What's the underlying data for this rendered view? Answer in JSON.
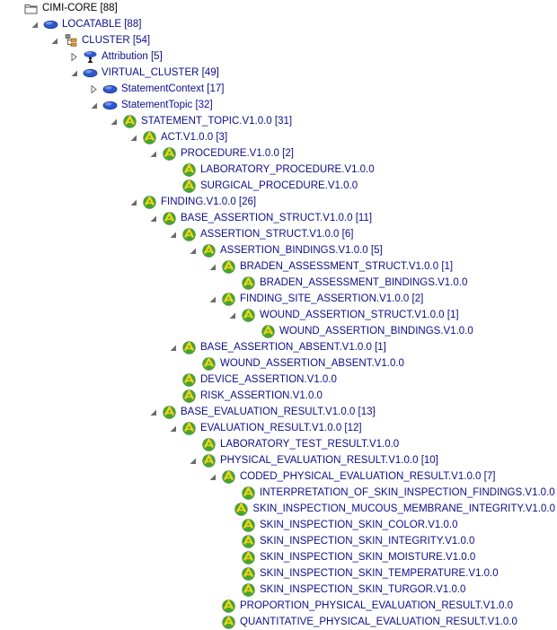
{
  "tree": {
    "rows": [
      {
        "label": "CIMI-CORE [88]",
        "depth": 0,
        "state": "leaf",
        "icon": "folder"
      },
      {
        "label": "LOCATABLE [88]",
        "depth": 1,
        "state": "expanded",
        "icon": "blue-blob"
      },
      {
        "label": "CLUSTER [54]",
        "depth": 2,
        "state": "expanded",
        "icon": "hierarchy"
      },
      {
        "label": "Attribution [5]",
        "depth": 3,
        "state": "collapsed",
        "icon": "blue-blob-person"
      },
      {
        "label": "VIRTUAL_CLUSTER [49]",
        "depth": 3,
        "state": "expanded",
        "icon": "blue-blob"
      },
      {
        "label": "StatementContext [17]",
        "depth": 4,
        "state": "collapsed",
        "icon": "blue-blob"
      },
      {
        "label": "StatementTopic [32]",
        "depth": 4,
        "state": "expanded",
        "icon": "blue-blob"
      },
      {
        "label": "STATEMENT_TOPIC.V1.0.0 [31]",
        "depth": 5,
        "state": "expanded",
        "icon": "archetype"
      },
      {
        "label": "ACT.V1.0.0 [3]",
        "depth": 6,
        "state": "expanded",
        "icon": "archetype"
      },
      {
        "label": "PROCEDURE.V1.0.0 [2]",
        "depth": 7,
        "state": "expanded",
        "icon": "archetype"
      },
      {
        "label": "LABORATORY_PROCEDURE.V1.0.0",
        "depth": 8,
        "state": "leaf",
        "icon": "archetype"
      },
      {
        "label": "SURGICAL_PROCEDURE.V1.0.0",
        "depth": 8,
        "state": "leaf",
        "icon": "archetype"
      },
      {
        "label": "FINDING.V1.0.0 [26]",
        "depth": 6,
        "state": "expanded",
        "icon": "archetype"
      },
      {
        "label": "BASE_ASSERTION_STRUCT.V1.0.0 [11]",
        "depth": 7,
        "state": "expanded",
        "icon": "archetype"
      },
      {
        "label": "ASSERTION_STRUCT.V1.0.0 [6]",
        "depth": 8,
        "state": "expanded",
        "icon": "archetype"
      },
      {
        "label": "ASSERTION_BINDINGS.V1.0.0 [5]",
        "depth": 9,
        "state": "expanded",
        "icon": "archetype"
      },
      {
        "label": "BRADEN_ASSESSMENT_STRUCT.V1.0.0 [1]",
        "depth": 10,
        "state": "expanded",
        "icon": "archetype"
      },
      {
        "label": "BRADEN_ASSESSMENT_BINDINGS.V1.0.0",
        "depth": 11,
        "state": "leaf",
        "icon": "archetype"
      },
      {
        "label": "FINDING_SITE_ASSERTION.V1.0.0 [2]",
        "depth": 10,
        "state": "expanded",
        "icon": "archetype"
      },
      {
        "label": "WOUND_ASSERTION_STRUCT.V1.0.0 [1]",
        "depth": 11,
        "state": "expanded",
        "icon": "archetype"
      },
      {
        "label": "WOUND_ASSERTION_BINDINGS.V1.0.0",
        "depth": 12,
        "state": "leaf",
        "icon": "archetype"
      },
      {
        "label": "BASE_ASSERTION_ABSENT.V1.0.0 [1]",
        "depth": 8,
        "state": "expanded",
        "icon": "archetype"
      },
      {
        "label": "WOUND_ASSERTION_ABSENT.V1.0.0",
        "depth": 9,
        "state": "leaf",
        "icon": "archetype"
      },
      {
        "label": "DEVICE_ASSERTION.V1.0.0",
        "depth": 8,
        "state": "leaf",
        "icon": "archetype"
      },
      {
        "label": "RISK_ASSERTION.V1.0.0",
        "depth": 8,
        "state": "leaf",
        "icon": "archetype"
      },
      {
        "label": "BASE_EVALUATION_RESULT.V1.0.0 [13]",
        "depth": 7,
        "state": "expanded",
        "icon": "archetype"
      },
      {
        "label": "EVALUATION_RESULT.V1.0.0 [12]",
        "depth": 8,
        "state": "expanded",
        "icon": "archetype"
      },
      {
        "label": "LABORATORY_TEST_RESULT.V1.0.0",
        "depth": 9,
        "state": "leaf",
        "icon": "archetype"
      },
      {
        "label": "PHYSICAL_EVALUATION_RESULT.V1.0.0 [10]",
        "depth": 9,
        "state": "expanded",
        "icon": "archetype"
      },
      {
        "label": "CODED_PHYSICAL_EVALUATION_RESULT.V1.0.0 [7]",
        "depth": 10,
        "state": "expanded",
        "icon": "archetype"
      },
      {
        "label": "INTERPRETATION_OF_SKIN_INSPECTION_FINDINGS.V1.0.0",
        "depth": 11,
        "state": "leaf",
        "icon": "archetype"
      },
      {
        "label": "SKIN_INSPECTION_MUCOUS_MEMBRANE_INTEGRITY.V1.0.0",
        "depth": 11,
        "state": "leaf",
        "icon": "archetype"
      },
      {
        "label": "SKIN_INSPECTION_SKIN_COLOR.V1.0.0",
        "depth": 11,
        "state": "leaf",
        "icon": "archetype"
      },
      {
        "label": "SKIN_INSPECTION_SKIN_INTEGRITY.V1.0.0",
        "depth": 11,
        "state": "leaf",
        "icon": "archetype"
      },
      {
        "label": "SKIN_INSPECTION_SKIN_MOISTURE.V1.0.0",
        "depth": 11,
        "state": "leaf",
        "icon": "archetype"
      },
      {
        "label": "SKIN_INSPECTION_SKIN_TEMPERATURE.V1.0.0",
        "depth": 11,
        "state": "leaf",
        "icon": "archetype"
      },
      {
        "label": "SKIN_INSPECTION_SKIN_TURGOR.V1.0.0",
        "depth": 11,
        "state": "leaf",
        "icon": "archetype"
      },
      {
        "label": "PROPORTION_PHYSICAL_EVALUATION_RESULT.V1.0.0",
        "depth": 10,
        "state": "leaf",
        "icon": "archetype"
      },
      {
        "label": "QUANTITATIVE_PHYSICAL_EVALUATION_RESULT.V1.0.0",
        "depth": 10,
        "state": "leaf",
        "icon": "archetype"
      }
    ]
  },
  "colors": {
    "text": "#0d0d8a",
    "root_text": "#000000",
    "blob": "#2f58c8",
    "archetype_green": "#43a82a",
    "archetype_yellow": "#f2d21a",
    "twisty": "#6b6b6b"
  }
}
